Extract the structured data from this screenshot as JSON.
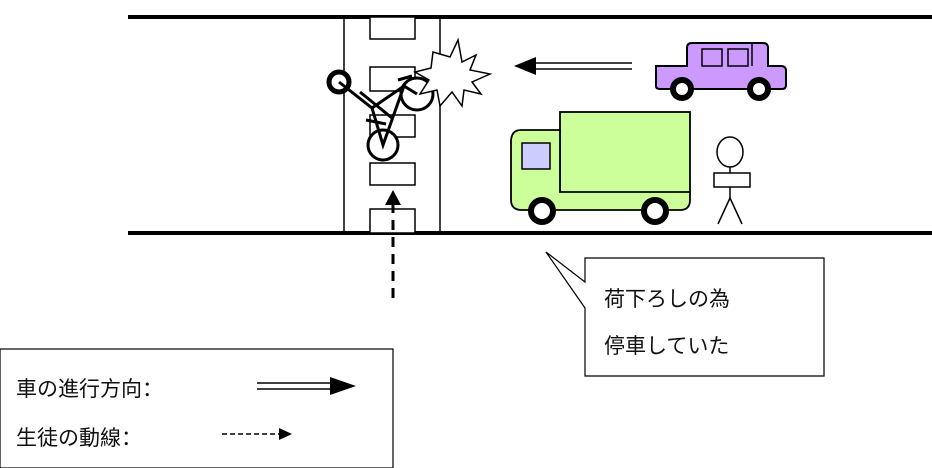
{
  "callout": {
    "line1": "荷下ろしの為",
    "line2": "停車していた"
  },
  "legend": {
    "car_direction_label": "車の進行方向：",
    "student_path_label": "生徒の動線："
  },
  "colors": {
    "truck": "#ccff99",
    "car": "#cc99ff",
    "truck_window": "#ccccff",
    "line": "#000000"
  }
}
